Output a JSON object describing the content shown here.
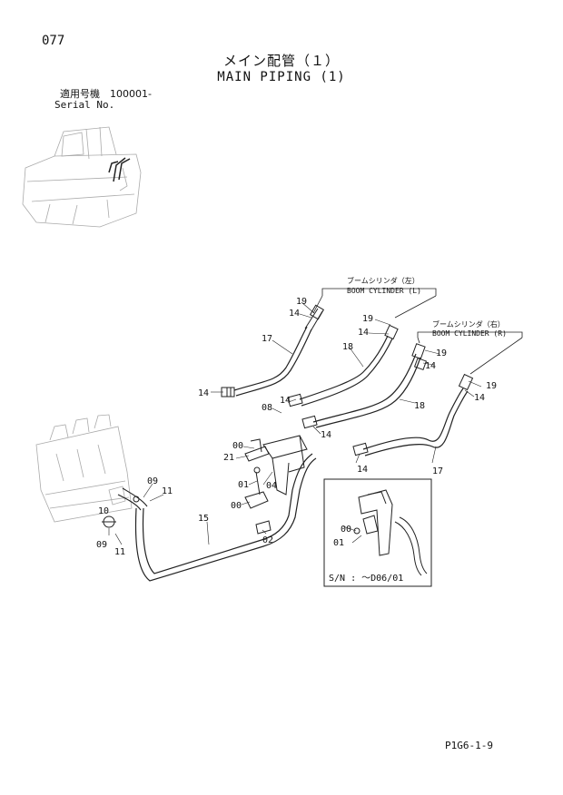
{
  "page": {
    "number": "077",
    "title_jp": "メイン配管（１）",
    "title_en": "MAIN PIPING (1)",
    "serial_label_jp": "適用号機　100001-",
    "serial_label_en": "Serial No.",
    "footer_code": "P1G6-1-9"
  },
  "boom_cylinder_left": {
    "jp": "ブームシリンダ（左）",
    "en": "BOOM CYLINDER (L)"
  },
  "boom_cylinder_right": {
    "jp": "ブームシリンダ（右）",
    "en": "BOOM CYLINDER (R)"
  },
  "inset": {
    "serial_range": "S/N : ～D06/01"
  },
  "callouts": {
    "c19a": "19",
    "c14a": "14",
    "c17a": "17",
    "c19b": "19",
    "c14b": "14",
    "c18a": "18",
    "c19c": "19",
    "c14c": "14",
    "c18b": "18",
    "c19d": "19",
    "c14d": "14",
    "c17b": "17",
    "c14e": "14",
    "c08": "08",
    "c14f": "14",
    "c14g": "14",
    "c14h": "14",
    "c00a": "00",
    "c21": "21",
    "c01a": "01",
    "c04": "04",
    "c00b": "00",
    "c02": "02",
    "c15": "15",
    "c09a": "09",
    "c11a": "11",
    "c10": "10",
    "c09b": "09",
    "c11b": "11",
    "c00c": "00",
    "c01b": "01"
  }
}
